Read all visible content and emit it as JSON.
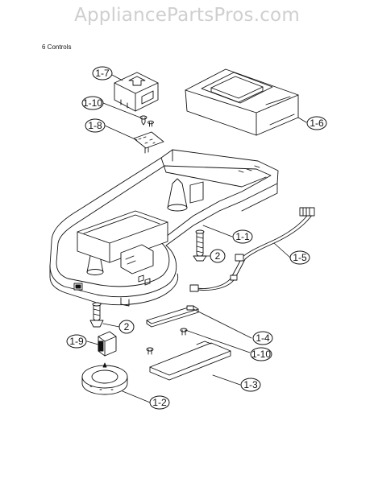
{
  "watermark": "AppliancePartsPros.com",
  "section_title": "6 Controls",
  "callouts": [
    {
      "id": "1-7",
      "label": "1-7"
    },
    {
      "id": "1-10a",
      "label": "1-10"
    },
    {
      "id": "1-8",
      "label": "1-8"
    },
    {
      "id": "1-6",
      "label": "1-6"
    },
    {
      "id": "1-1",
      "label": "1-1"
    },
    {
      "id": "2a",
      "label": "2"
    },
    {
      "id": "1-5",
      "label": "1-5"
    },
    {
      "id": "2b",
      "label": "2"
    },
    {
      "id": "1-4",
      "label": "1-4"
    },
    {
      "id": "1-9",
      "label": "1-9"
    },
    {
      "id": "1-10b",
      "label": "1-10"
    },
    {
      "id": "1-3",
      "label": "1-3"
    },
    {
      "id": "1-2",
      "label": "1-2"
    }
  ]
}
